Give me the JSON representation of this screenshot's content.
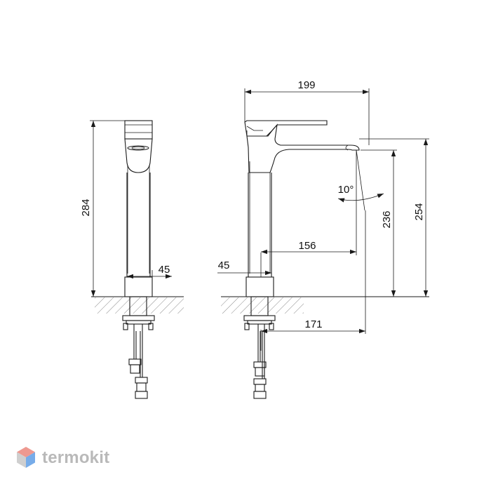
{
  "dimensions": {
    "width_199": "199",
    "height_284": "284",
    "depth_45_front": "45",
    "depth_45_side": "45",
    "reach_156": "156",
    "angle_10": "10°",
    "height_236": "236",
    "height_254": "254",
    "reach_171": "171"
  },
  "watermark": {
    "text": "termokit",
    "logo_colors": [
      "#e8776b",
      "#d0d0d0",
      "#4a90e2"
    ]
  }
}
